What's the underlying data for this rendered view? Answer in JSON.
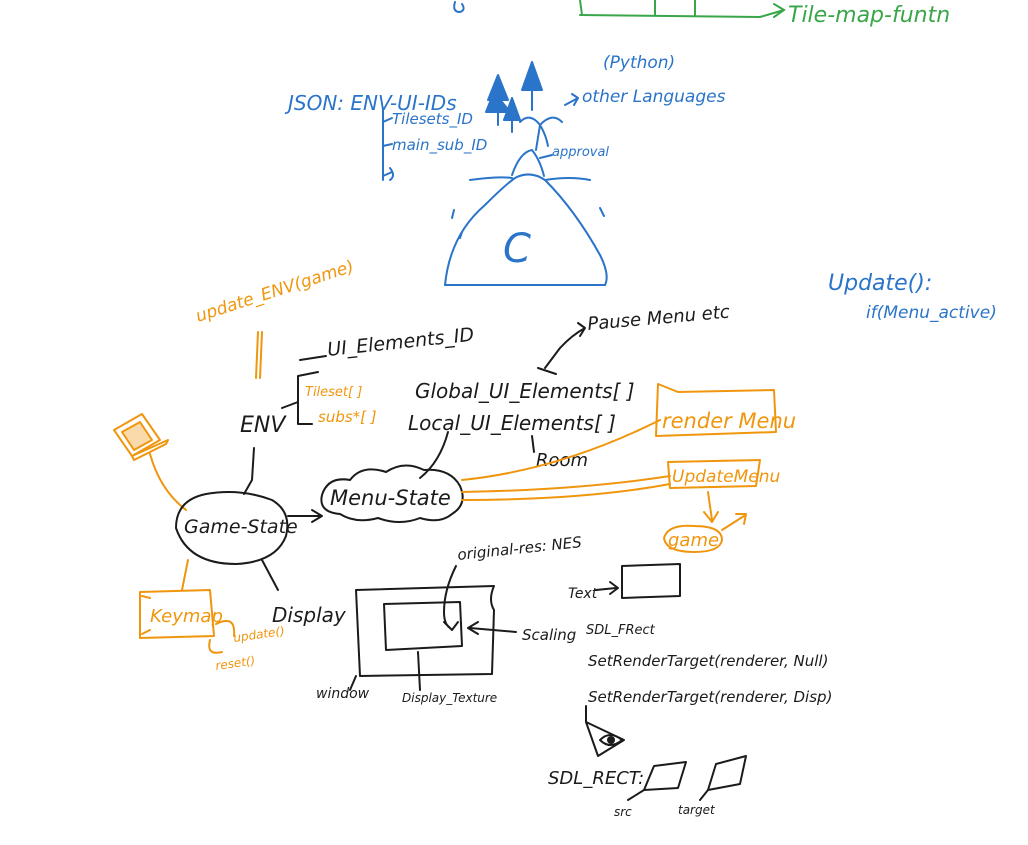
{
  "top": {
    "tile_map_func": "Tile-map-funtn"
  },
  "json_block": {
    "title": "JSON: ENV-UI-IDs",
    "items": [
      "Tilesets_ID",
      "main_sub_ID"
    ],
    "python": "(Python)",
    "other_languages": "other Languages",
    "approval": "approval",
    "island_letter": "C"
  },
  "update_note": {
    "line1": "Update():",
    "line2": "if(Menu_active)"
  },
  "env_block": {
    "update_env": "update_ENV(game)",
    "env": "ENV",
    "ui_elements_id": "UI_Elements_ID",
    "tileset": "Tileset[ ]",
    "subs": "subs*[ ]"
  },
  "menu_block": {
    "pause_menu": "Pause Menu etc",
    "global_ui": "Global_UI_Elements[ ]",
    "local_ui": "Local_UI_Elements[ ]",
    "room": "Room",
    "menu_state": "Menu-State",
    "render_menu": "render Menu",
    "update_menu": "UpdateMenu",
    "game": "game"
  },
  "game_block": {
    "game_state": "Game-State",
    "keymap": "Keymap",
    "update": "update()",
    "reset": "reset()",
    "display": "Display"
  },
  "display_block": {
    "original_res": "original-res: NES",
    "scaling": "Scaling",
    "window": "window",
    "display_texture": "Display_Texture",
    "text": "Text",
    "sdl_frect": "SDL_FRect",
    "set_render_target_null": "SetRenderTarget(renderer, Null)",
    "set_render_target_disp": "SetRenderTarget(renderer, Disp)",
    "sdl_rect": "SDL_RECT:",
    "src": "src",
    "target": "target"
  }
}
